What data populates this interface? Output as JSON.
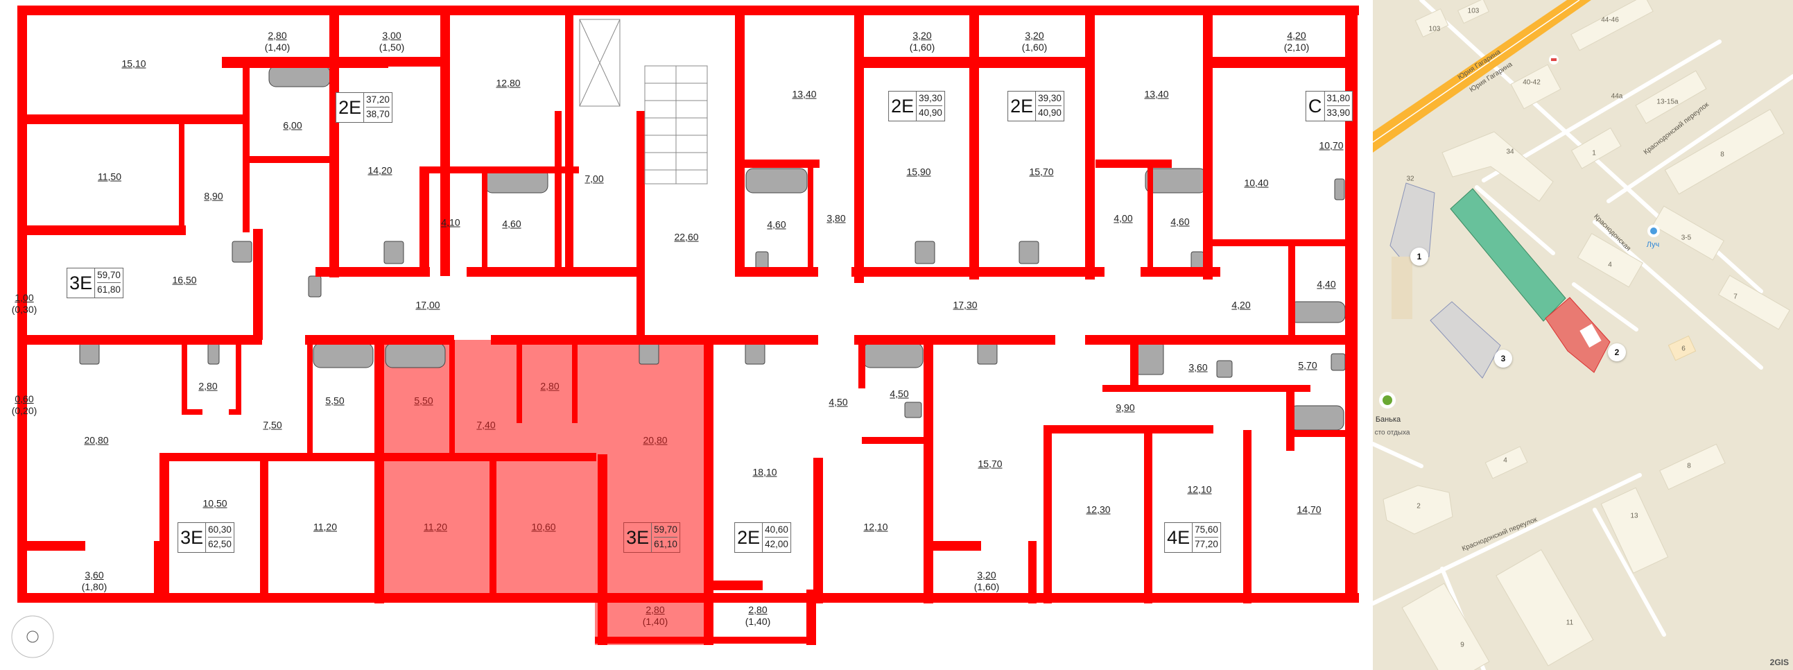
{
  "floorplan": {
    "rooms": [
      {
        "a": "15,10"
      },
      {
        "a": "2,80",
        "b": "(1,40)"
      },
      {
        "a": "3,00",
        "b": "(1,50)"
      },
      {
        "a": "12,80"
      },
      {
        "a": "6,00"
      },
      {
        "a": "14,20"
      },
      {
        "a": "11,50"
      },
      {
        "a": "8,90"
      },
      {
        "a": "4,10"
      },
      {
        "a": "4,60"
      },
      {
        "a": "7,00"
      },
      {
        "a": "22,60"
      },
      {
        "a": "16,50"
      },
      {
        "a": "1,00",
        "b": "(0,30)"
      },
      {
        "a": "17,00"
      },
      {
        "a": "13,40"
      },
      {
        "a": "3,20",
        "b": "(1,60)"
      },
      {
        "a": "3,20",
        "b": "(1,60)"
      },
      {
        "a": "13,40"
      },
      {
        "a": "15,90"
      },
      {
        "a": "15,70"
      },
      {
        "a": "4,60"
      },
      {
        "a": "3,80"
      },
      {
        "a": "4,00"
      },
      {
        "a": "4,60"
      },
      {
        "a": "4,20",
        "b": "(2,10)"
      },
      {
        "a": "10,70"
      },
      {
        "a": "10,40"
      },
      {
        "a": "4,40"
      },
      {
        "a": "4,20"
      },
      {
        "a": "17,30"
      },
      {
        "a": "0,60",
        "b": "(0,20)"
      },
      {
        "a": "20,80"
      },
      {
        "a": "2,80"
      },
      {
        "a": "7,50"
      },
      {
        "a": "5,50"
      },
      {
        "a": "5,50"
      },
      {
        "a": "7,40"
      },
      {
        "a": "2,80"
      },
      {
        "a": "20,80"
      },
      {
        "a": "10,50"
      },
      {
        "a": "11,20"
      },
      {
        "a": "11,20"
      },
      {
        "a": "10,60"
      },
      {
        "a": "3,60",
        "b": "(1,80)"
      },
      {
        "a": "2,80",
        "b": "(1,40)"
      },
      {
        "a": "18,10"
      },
      {
        "a": "4,50"
      },
      {
        "a": "4,50"
      },
      {
        "a": "12,10"
      },
      {
        "a": "15,70"
      },
      {
        "a": "3,20",
        "b": "(1,60)"
      },
      {
        "a": "12,30"
      },
      {
        "a": "12,10"
      },
      {
        "a": "14,70"
      },
      {
        "a": "2,80",
        "b": "(1,40)"
      },
      {
        "a": "9,90"
      },
      {
        "a": "3,60"
      },
      {
        "a": "5,70"
      }
    ],
    "apartments": [
      {
        "type": "2E",
        "living": "37,20",
        "total": "38,70"
      },
      {
        "type": "3E",
        "living": "59,70",
        "total": "61,80"
      },
      {
        "type": "2E",
        "living": "39,30",
        "total": "40,90"
      },
      {
        "type": "2E",
        "living": "39,30",
        "total": "40,90"
      },
      {
        "type": "C",
        "living": "31,80",
        "total": "33,90"
      },
      {
        "type": "3E",
        "living": "60,30",
        "total": "62,50"
      },
      {
        "type": "3E",
        "living": "59,70",
        "total": "61,10",
        "selected": true
      },
      {
        "type": "2E",
        "living": "40,60",
        "total": "42,00"
      },
      {
        "type": "4E",
        "living": "75,60",
        "total": "77,20"
      }
    ],
    "colors": {
      "wall": "#ff0000",
      "highlight": "#ff8080",
      "fixture": "#a9a9a9"
    }
  },
  "map": {
    "labels": [
      "103",
      "103",
      "44-46",
      "40-42",
      "44а",
      "13-15а",
      "34",
      "32",
      "1",
      "8",
      "3-5",
      "4",
      "7",
      "6",
      "4",
      "2",
      "8",
      "13",
      "11",
      "9"
    ],
    "streets": [
      "Юрия Гагарина",
      "Юрия Гагарина",
      "Краснодонский переулок",
      "Краснодонская",
      "Краснодонский переулок"
    ],
    "pins": [
      "1",
      "2",
      "3"
    ],
    "poi": {
      "name": "Луч",
      "sauna_name": "Банька",
      "sauna_sub": "сто отдыха"
    },
    "logo": "2GIS",
    "colors": {
      "background": "#ebe5d3",
      "highway": "#fbb533",
      "selected_building": "#e97a72",
      "other_sections": "#68c19b",
      "buildings": "#f8f4e6"
    }
  }
}
